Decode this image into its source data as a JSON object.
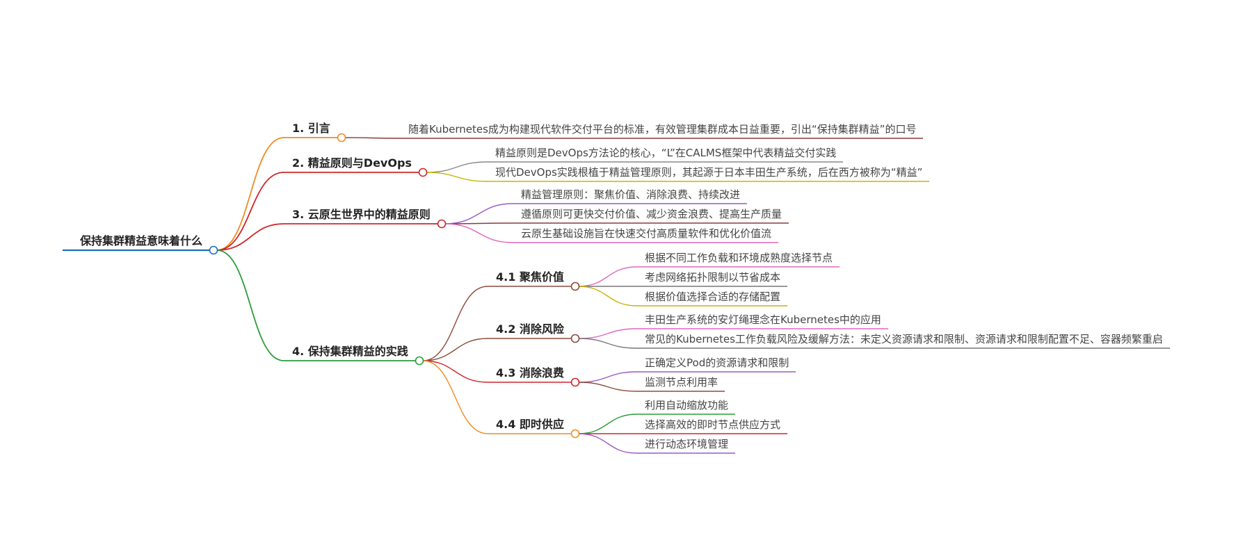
{
  "root": {
    "label": "保持集群精益意味着什么",
    "color": "#1f6fbf",
    "children": [
      {
        "label": "1. 引言",
        "color": "#f08c1e",
        "children": [
          {
            "label": "随着Kubernetes成为构建现代软件交付平台的标准，有效管理集群成本日益重要，引出“保持集群精益”的口号",
            "color": "#8b3a3a"
          }
        ]
      },
      {
        "label": "2. 精益原则与DevOps",
        "color": "#d0262b",
        "children": [
          {
            "label": "精益原则是DevOps方法论的核心，“L”在CALMS框架中代表精益交付实践",
            "color": "#888888"
          },
          {
            "label": "现代DevOps实践根植于精益管理原则，其起源于日本丰田生产系统，后在西方被称为“精益”",
            "color": "#c8b400"
          }
        ]
      },
      {
        "label": "3. 云原生世界中的精益原则",
        "color": "#d0262b",
        "children": [
          {
            "label": "精益管理原则：聚焦价值、消除浪费、持续改进",
            "color": "#9b59c6"
          },
          {
            "label": "遵循原则可更快交付价值、减少资金浪费、提高生产质量",
            "color": "#8b3a3a"
          },
          {
            "label": "云原生基础设施旨在快速交付高质量软件和优化价值流",
            "color": "#e066c0"
          }
        ]
      },
      {
        "label": "4. 保持集群精益的实践",
        "color": "#2a9d3a",
        "children": [
          {
            "label": "4.1 聚焦价值",
            "color": "#8b4a3a",
            "children": [
              {
                "label": "根据不同工作负载和环境成熟度选择节点",
                "color": "#e066c0"
              },
              {
                "label": "考虑网络拓扑限制以节省成本",
                "color": "#777777"
              },
              {
                "label": "根据价值选择合适的存储配置",
                "color": "#c8b400"
              }
            ]
          },
          {
            "label": "4.2 消除风险",
            "color": "#8b4a3a",
            "children": [
              {
                "label": "丰田生产系统的安灯绳理念在Kubernetes中的应用",
                "color": "#e066c0"
              },
              {
                "label": "常见的Kubernetes工作负载风险及缓解方法：未定义资源请求和限制、资源请求和限制配置不足、容器频繁重启",
                "color": "#777777"
              }
            ]
          },
          {
            "label": "4.3 消除浪费",
            "color": "#d0262b",
            "children": [
              {
                "label": "正确定义Pod的资源请求和限制",
                "color": "#9b59c6"
              },
              {
                "label": "监测节点利用率",
                "color": "#8b4a3a"
              }
            ]
          },
          {
            "label": "4.4 即时供应",
            "color": "#f08c1e",
            "children": [
              {
                "label": "利用自动缩放功能",
                "color": "#2a9d3a"
              },
              {
                "label": "选择高效的即时节点供应方式",
                "color": "#d0262b"
              },
              {
                "label": "进行动态环境管理",
                "color": "#9b59c6"
              }
            ]
          }
        ]
      }
    ]
  }
}
